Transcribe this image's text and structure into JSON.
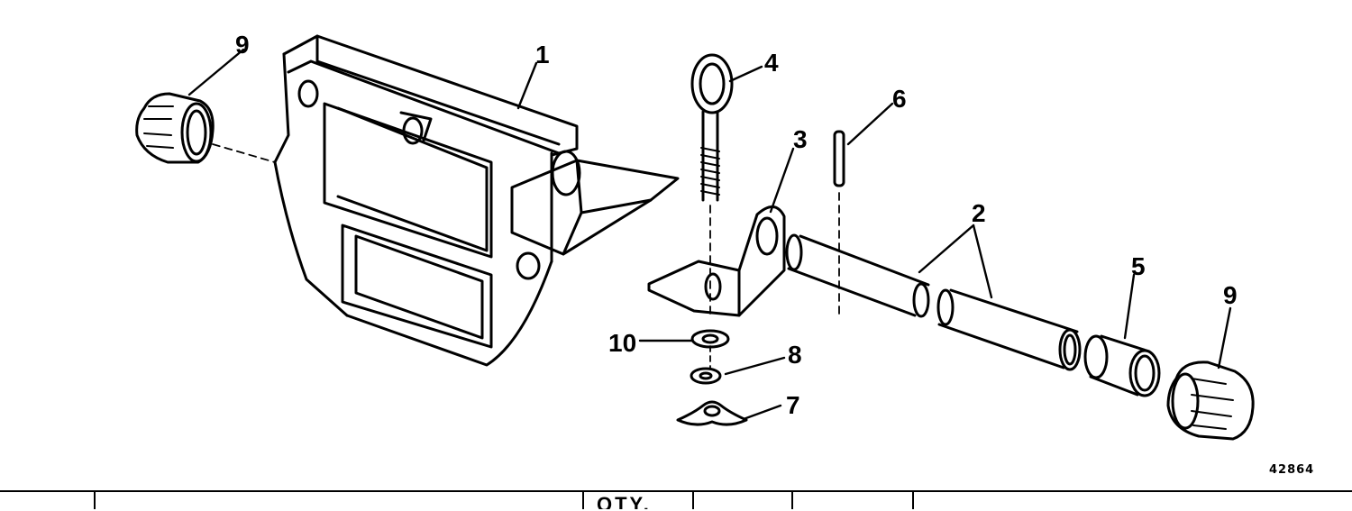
{
  "callouts": {
    "c1": "1",
    "c2": "2",
    "c3": "3",
    "c4": "4",
    "c5": "5",
    "c6": "6",
    "c7": "7",
    "c8": "8",
    "c9_left": "9",
    "c9_right": "9",
    "c10": "10"
  },
  "figure_number": "42864",
  "table": {
    "qty_header": "QTY."
  }
}
